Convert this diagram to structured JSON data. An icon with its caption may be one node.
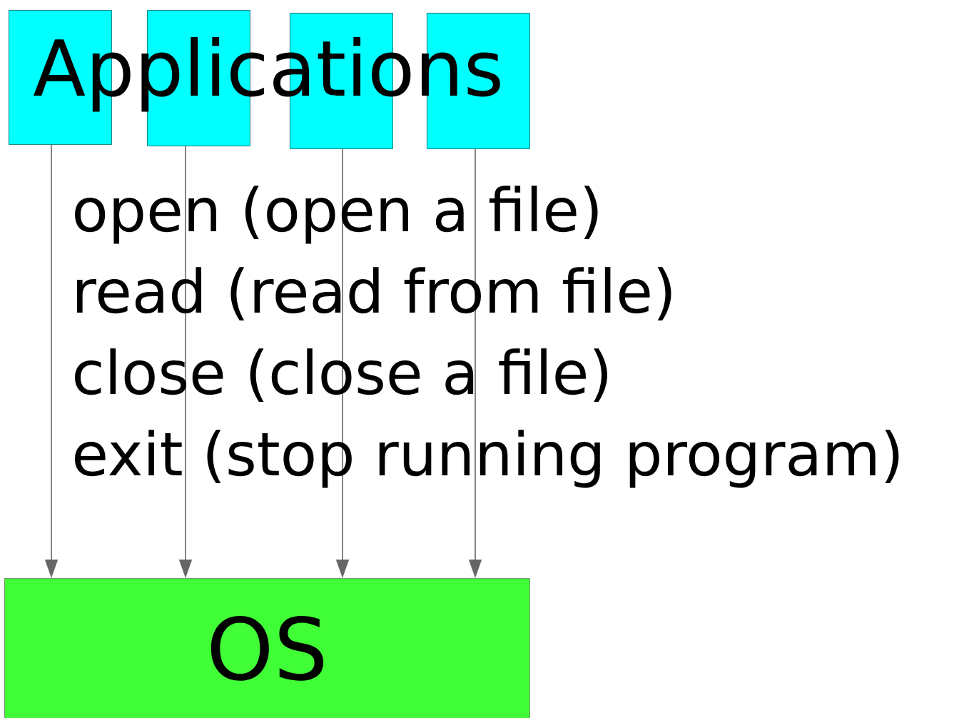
{
  "diagram": {
    "nodes": [
      {
        "text": [],
        "shape": "box"
      },
      {
        "text": [],
        "shape": "box"
      },
      {
        "text": [],
        "shape": "box"
      },
      {
        "text": [],
        "shape": "box"
      },
      {
        "text": [
          "OS"
        ]
      }
    ],
    "edges": [
      {
        "from": 0,
        "to": 4,
        "arrow": "to"
      },
      {
        "from": 1,
        "to": 4,
        "arrow": "to"
      },
      {
        "from": 2,
        "to": 4,
        "arrow": "to"
      },
      {
        "from": 3,
        "to": 4,
        "arrow": "to"
      }
    ],
    "labels": [
      "Applications",
      "open (open a file)",
      "read (read from file)",
      "close (close a file)",
      "exit (stop running program)"
    ]
  }
}
